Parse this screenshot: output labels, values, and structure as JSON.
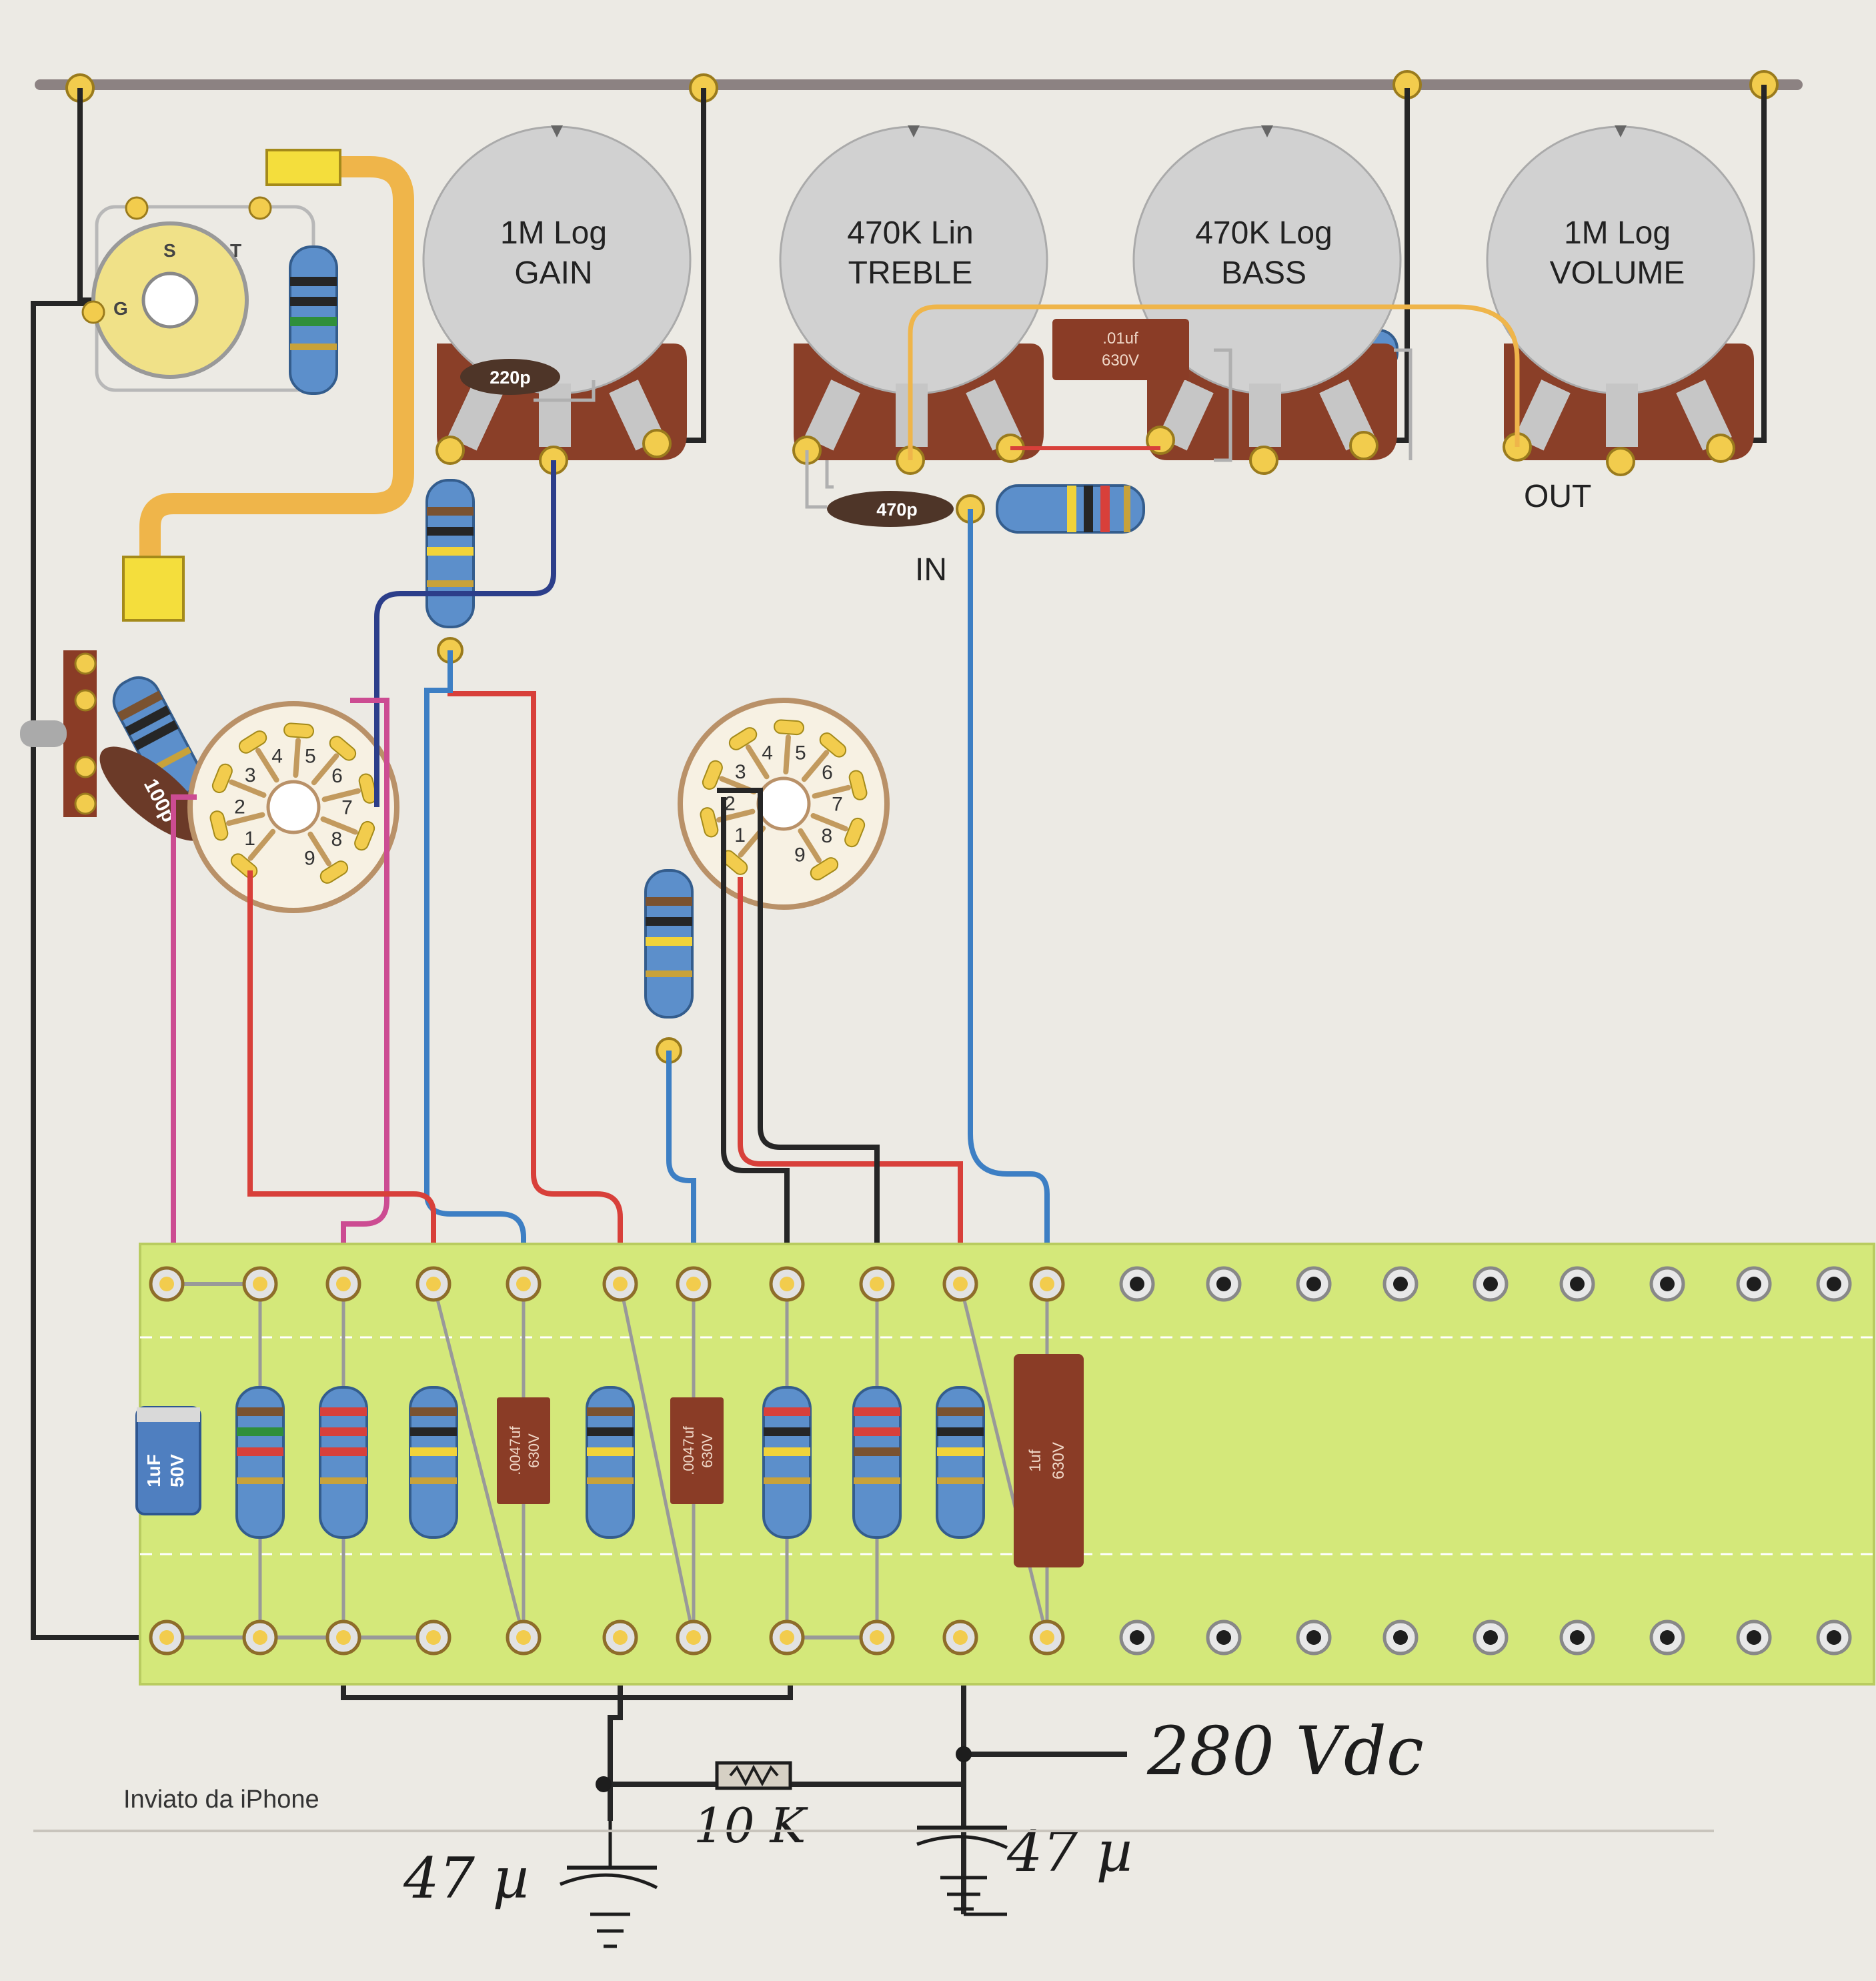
{
  "pots": [
    {
      "value": "1M Log",
      "name": "GAIN"
    },
    {
      "value": "470K Lin",
      "name": "TREBLE"
    },
    {
      "value": "470K Log",
      "name": "BASS"
    },
    {
      "value": "1M Log",
      "name": "VOLUME"
    }
  ],
  "labels": {
    "in": "IN",
    "out": "OUT",
    "footer": "Inviato da iPhone"
  },
  "jack_lugs": {
    "s": "S",
    "t": "T",
    "g": "G"
  },
  "top_components": {
    "cap_220p": "220p",
    "cap_470p": "470p",
    "cap_100p": "100p",
    "tone_cap_value": ".01uf",
    "tone_cap_voltage": "630V"
  },
  "tube_pins": [
    "1",
    "2",
    "3",
    "4",
    "5",
    "6",
    "7",
    "8",
    "9"
  ],
  "board_caps": [
    {
      "value": ".0047uf",
      "voltage": "630V"
    },
    {
      "value": ".0047uf",
      "voltage": "630V"
    },
    {
      "value": "1uf",
      "voltage": "630V"
    }
  ],
  "electrolytic": {
    "value": "1uF",
    "voltage": "50V"
  },
  "handwritten": {
    "voltage": "280 Vdc",
    "resistor": "10 K",
    "cap_left": "47 µ",
    "cap_right": "47 µ"
  },
  "colors": {
    "board": "#d4e87a",
    "pot_body": "#d1d1d1",
    "pot_base": "#8a3f28",
    "wire_red": "#d8403a",
    "wire_blue": "#3d7fc4",
    "wire_black": "#262626",
    "wire_pink": "#cc4c92",
    "wire_orange": "#efb54a",
    "cap_brown": "#8a3c26",
    "resistor_blue": "#5c8fcb",
    "lug_yellow": "#f2cc4d"
  }
}
